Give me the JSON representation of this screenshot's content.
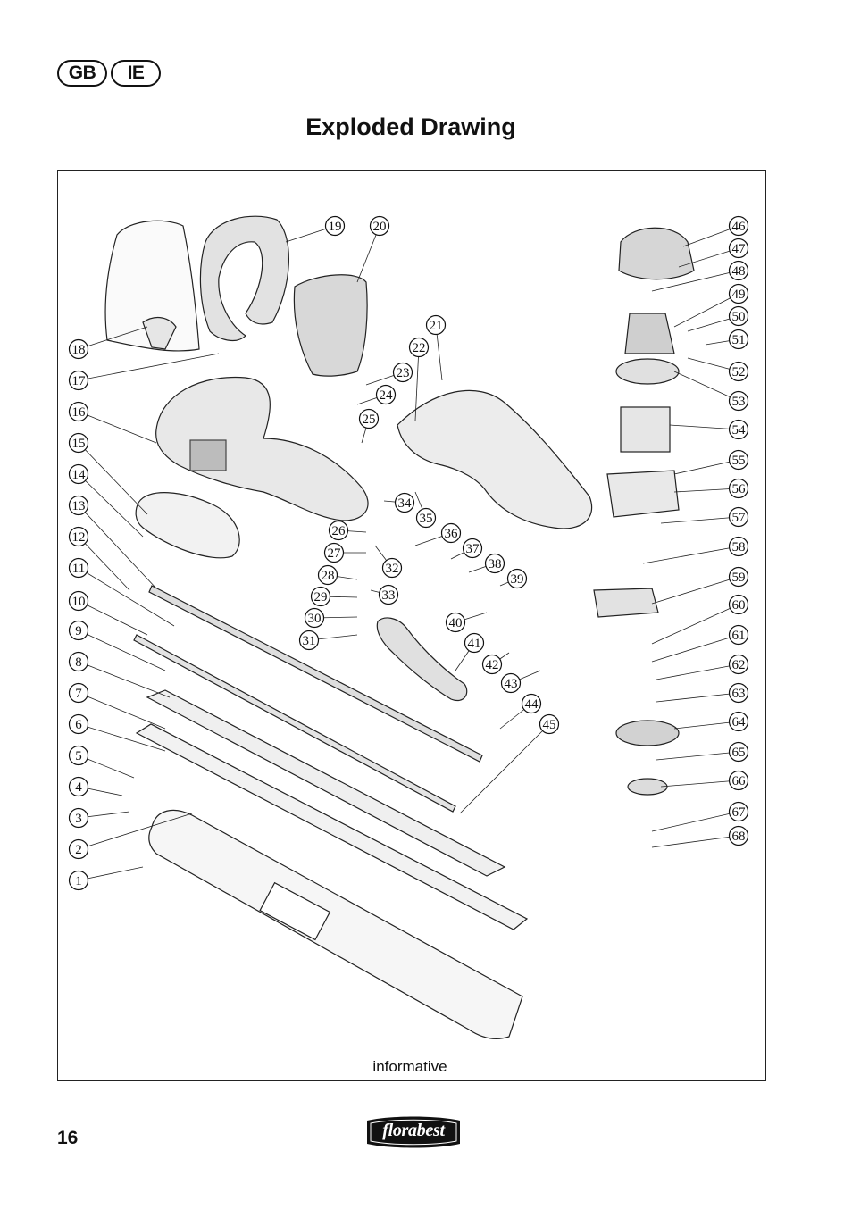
{
  "header": {
    "region_badges": [
      "GB",
      "IE"
    ],
    "title": "Exploded Drawing"
  },
  "drawing": {
    "note": "informative",
    "part_numbers": [
      "1",
      "2",
      "3",
      "4",
      "5",
      "6",
      "7",
      "8",
      "9",
      "10",
      "11",
      "12",
      "13",
      "14",
      "15",
      "16",
      "17",
      "18",
      "19",
      "20",
      "21",
      "22",
      "23",
      "24",
      "25",
      "26",
      "27",
      "28",
      "29",
      "30",
      "31",
      "32",
      "33",
      "34",
      "35",
      "36",
      "37",
      "38",
      "39",
      "40",
      "41",
      "42",
      "43",
      "44",
      "45",
      "46",
      "47",
      "48",
      "49",
      "50",
      "51",
      "52",
      "53",
      "54",
      "55",
      "56",
      "57",
      "58",
      "59",
      "60",
      "61",
      "62",
      "63",
      "64",
      "65",
      "66",
      "67",
      "68"
    ]
  },
  "footer": {
    "page_number": "16",
    "brand": "florabest"
  }
}
